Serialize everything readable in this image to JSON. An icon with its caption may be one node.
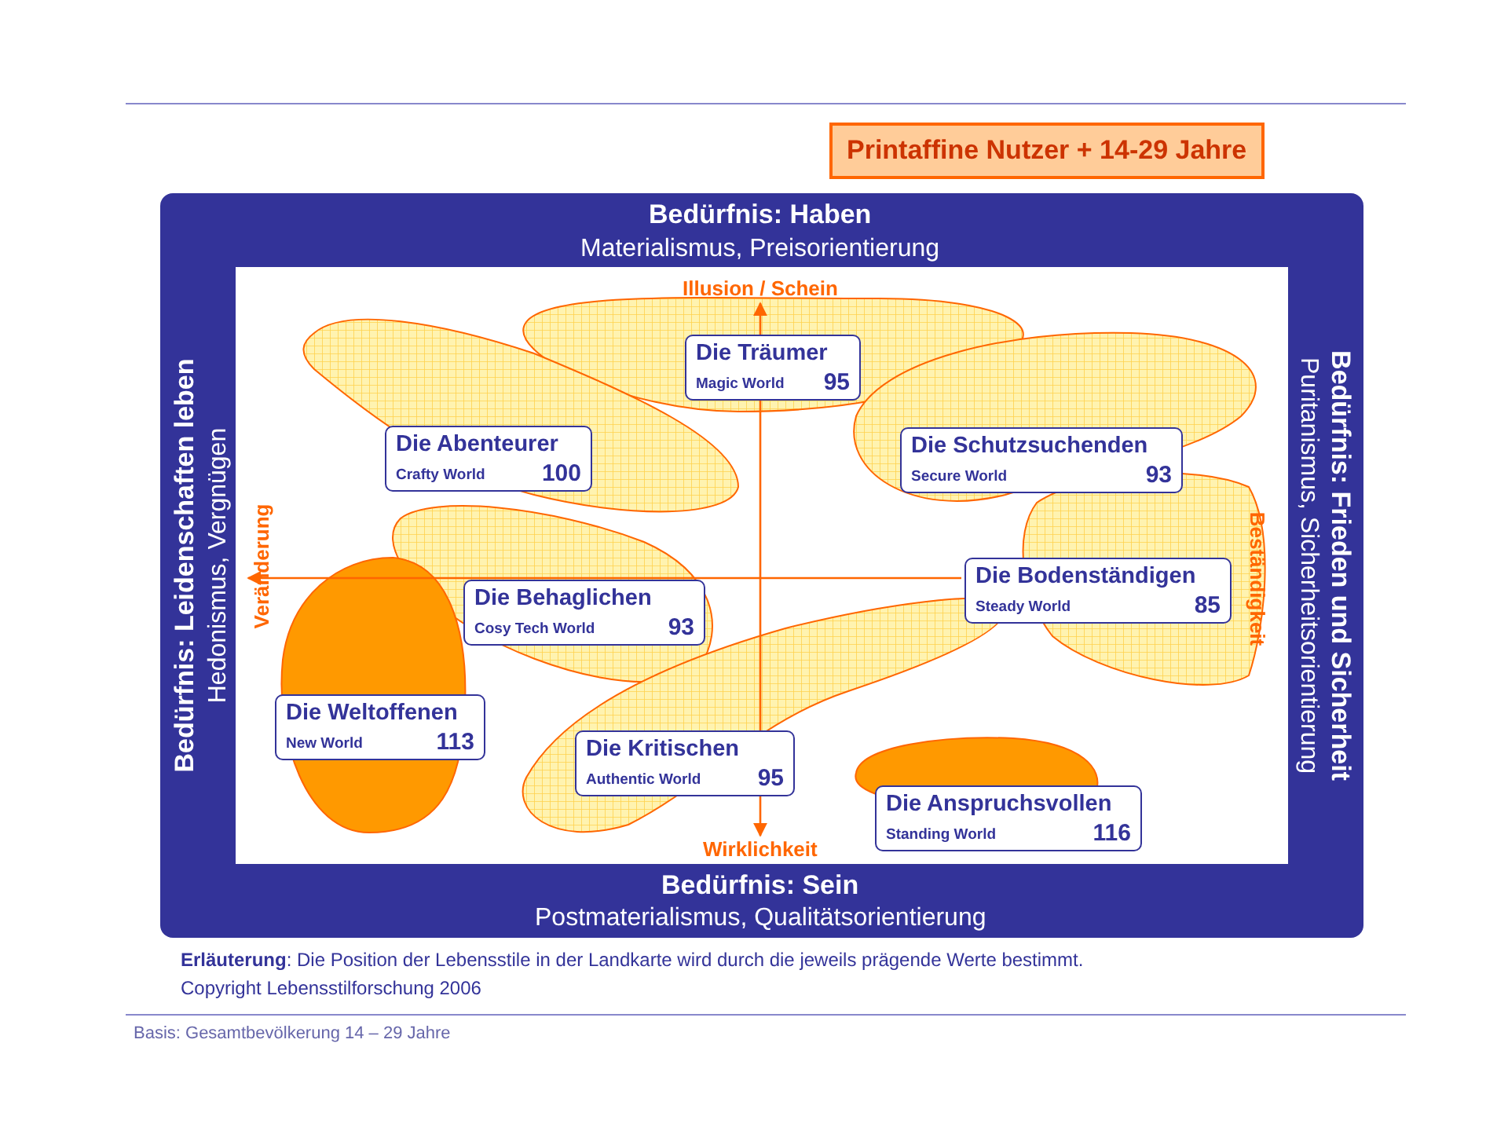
{
  "diagram": {
    "nodes": [
      {
        "text": [
          "Die Träumer",
          "Magic World",
          "95"
        ]
      },
      {
        "text": [
          "Die Abenteurer",
          "Crafty World",
          "100"
        ]
      },
      {
        "text": [
          "Die Schutzsuchenden",
          "Secure World",
          "93"
        ]
      },
      {
        "text": [
          "Die Behaglichen",
          "Cosy Tech World",
          "93"
        ]
      },
      {
        "text": [
          "Die Bodenständigen",
          "Steady World",
          "85"
        ]
      },
      {
        "text": [
          "Die Weltoffenen",
          "New World",
          "113"
        ]
      },
      {
        "text": [
          "Die Kritischen",
          "Authentic World",
          "95"
        ]
      },
      {
        "text": [
          "Die Anspruchsvollen",
          "Standing World",
          "116"
        ]
      },
      {
        "text": [
          "Printaffine Nutzer + 14-29 Jahre"
        ]
      }
    ],
    "labels": [
      "Bedürfnis: Haben",
      "Materialismus, Preisorientierung",
      "Illusion / Schein",
      "Bedürfnis: Leidenschaften leben",
      "Hedonismus, Vergnügen",
      "Bedürfnis: Frieden und Sicherheit",
      "Puritanismus, Sicherheitsorientierung",
      "Veränderung",
      "Beständigkeit",
      "Wirklichkeit",
      "Bedürfnis: Sein",
      "Postmaterialismus, Qualitätsorientierung",
      "**Erläuterung**: Die Position der Lebensstile in der Landkarte wird durch die jeweils prägende Werte bestimmt.",
      "Copyright Lebensstilforschung 2006",
      "Basis: Gesamtbevölkerung 14 – 29 Jahre"
    ]
  }
}
